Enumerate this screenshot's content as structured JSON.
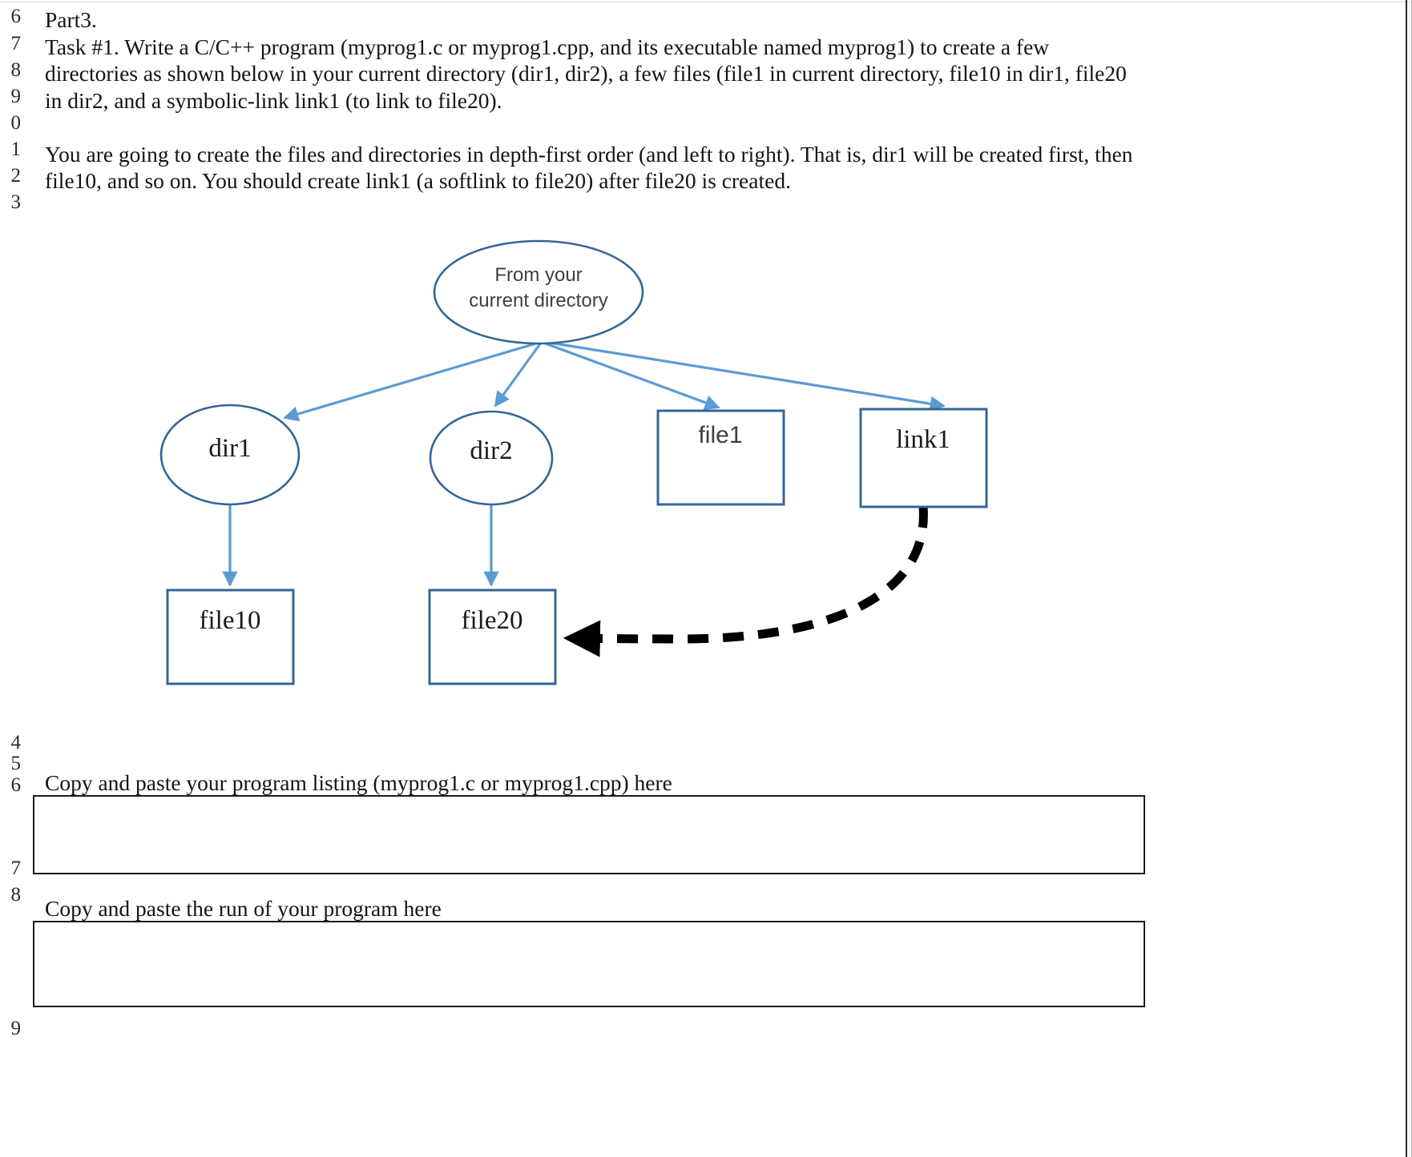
{
  "document": {
    "line_numbers": [
      "6",
      "7",
      "8",
      "9",
      "0",
      "1",
      "2",
      "3",
      "4",
      "5",
      "6",
      "7",
      "8",
      "9"
    ],
    "paragraphs": [
      "Part3.",
      "Task #1. Write a C/C++ program (myprog1.c or myprog1.cpp, and its executable named myprog1) to create a few directories as shown below in your current directory (dir1, dir2), a few files (file1 in current directory, file10 in dir1, file20 in dir2, and a symbolic-link link1 (to link to file20).",
      "You are going to create the files and directories in depth-first order (and left to right). That is, dir1 will be created first, then file10, and so on. You should create link1 (a softlink to file20) after file20 is created."
    ]
  },
  "diagram": {
    "type": "tree",
    "nodes": [
      {
        "id": "root",
        "label": "From your\ncurrent directory",
        "shape": "ellipse",
        "font": "sans"
      },
      {
        "id": "dir1",
        "label": "dir1",
        "shape": "ellipse",
        "font": "serif"
      },
      {
        "id": "dir2",
        "label": "dir2",
        "shape": "ellipse",
        "font": "serif"
      },
      {
        "id": "file1",
        "label": "file1",
        "shape": "rectangle",
        "font": "sans"
      },
      {
        "id": "link1",
        "label": "link1",
        "shape": "rectangle",
        "font": "serif"
      },
      {
        "id": "file10",
        "label": "file10",
        "shape": "rectangle",
        "font": "serif"
      },
      {
        "id": "file20",
        "label": "file20",
        "shape": "rectangle",
        "font": "serif"
      }
    ],
    "root_label_line1": "From your",
    "root_label_line2": "current directory",
    "labels": {
      "dir1": "dir1",
      "dir2": "dir2",
      "file1": "file1",
      "link1": "link1",
      "file10": "file10",
      "file20": "file20"
    },
    "edges": [
      {
        "from": "root",
        "to": "dir1",
        "style": "solid-blue"
      },
      {
        "from": "root",
        "to": "dir2",
        "style": "solid-blue"
      },
      {
        "from": "root",
        "to": "file1",
        "style": "solid-blue"
      },
      {
        "from": "root",
        "to": "link1",
        "style": "solid-blue"
      },
      {
        "from": "dir1",
        "to": "file10",
        "style": "solid-blue"
      },
      {
        "from": "dir2",
        "to": "file20",
        "style": "solid-blue"
      },
      {
        "from": "link1",
        "to": "file20",
        "style": "thick-dashed-black"
      }
    ],
    "colors": {
      "node_stroke": "#336699",
      "arrow_blue": "#5b9bd5",
      "arrow_black": "#000000",
      "root_text": "#404040",
      "node_text": "#1a1a1a"
    }
  },
  "answers": [
    {
      "label": "Copy and paste your program listing (myprog1.c or myprog1.cpp) here"
    },
    {
      "label": "Copy and paste the run of your program here"
    }
  ]
}
